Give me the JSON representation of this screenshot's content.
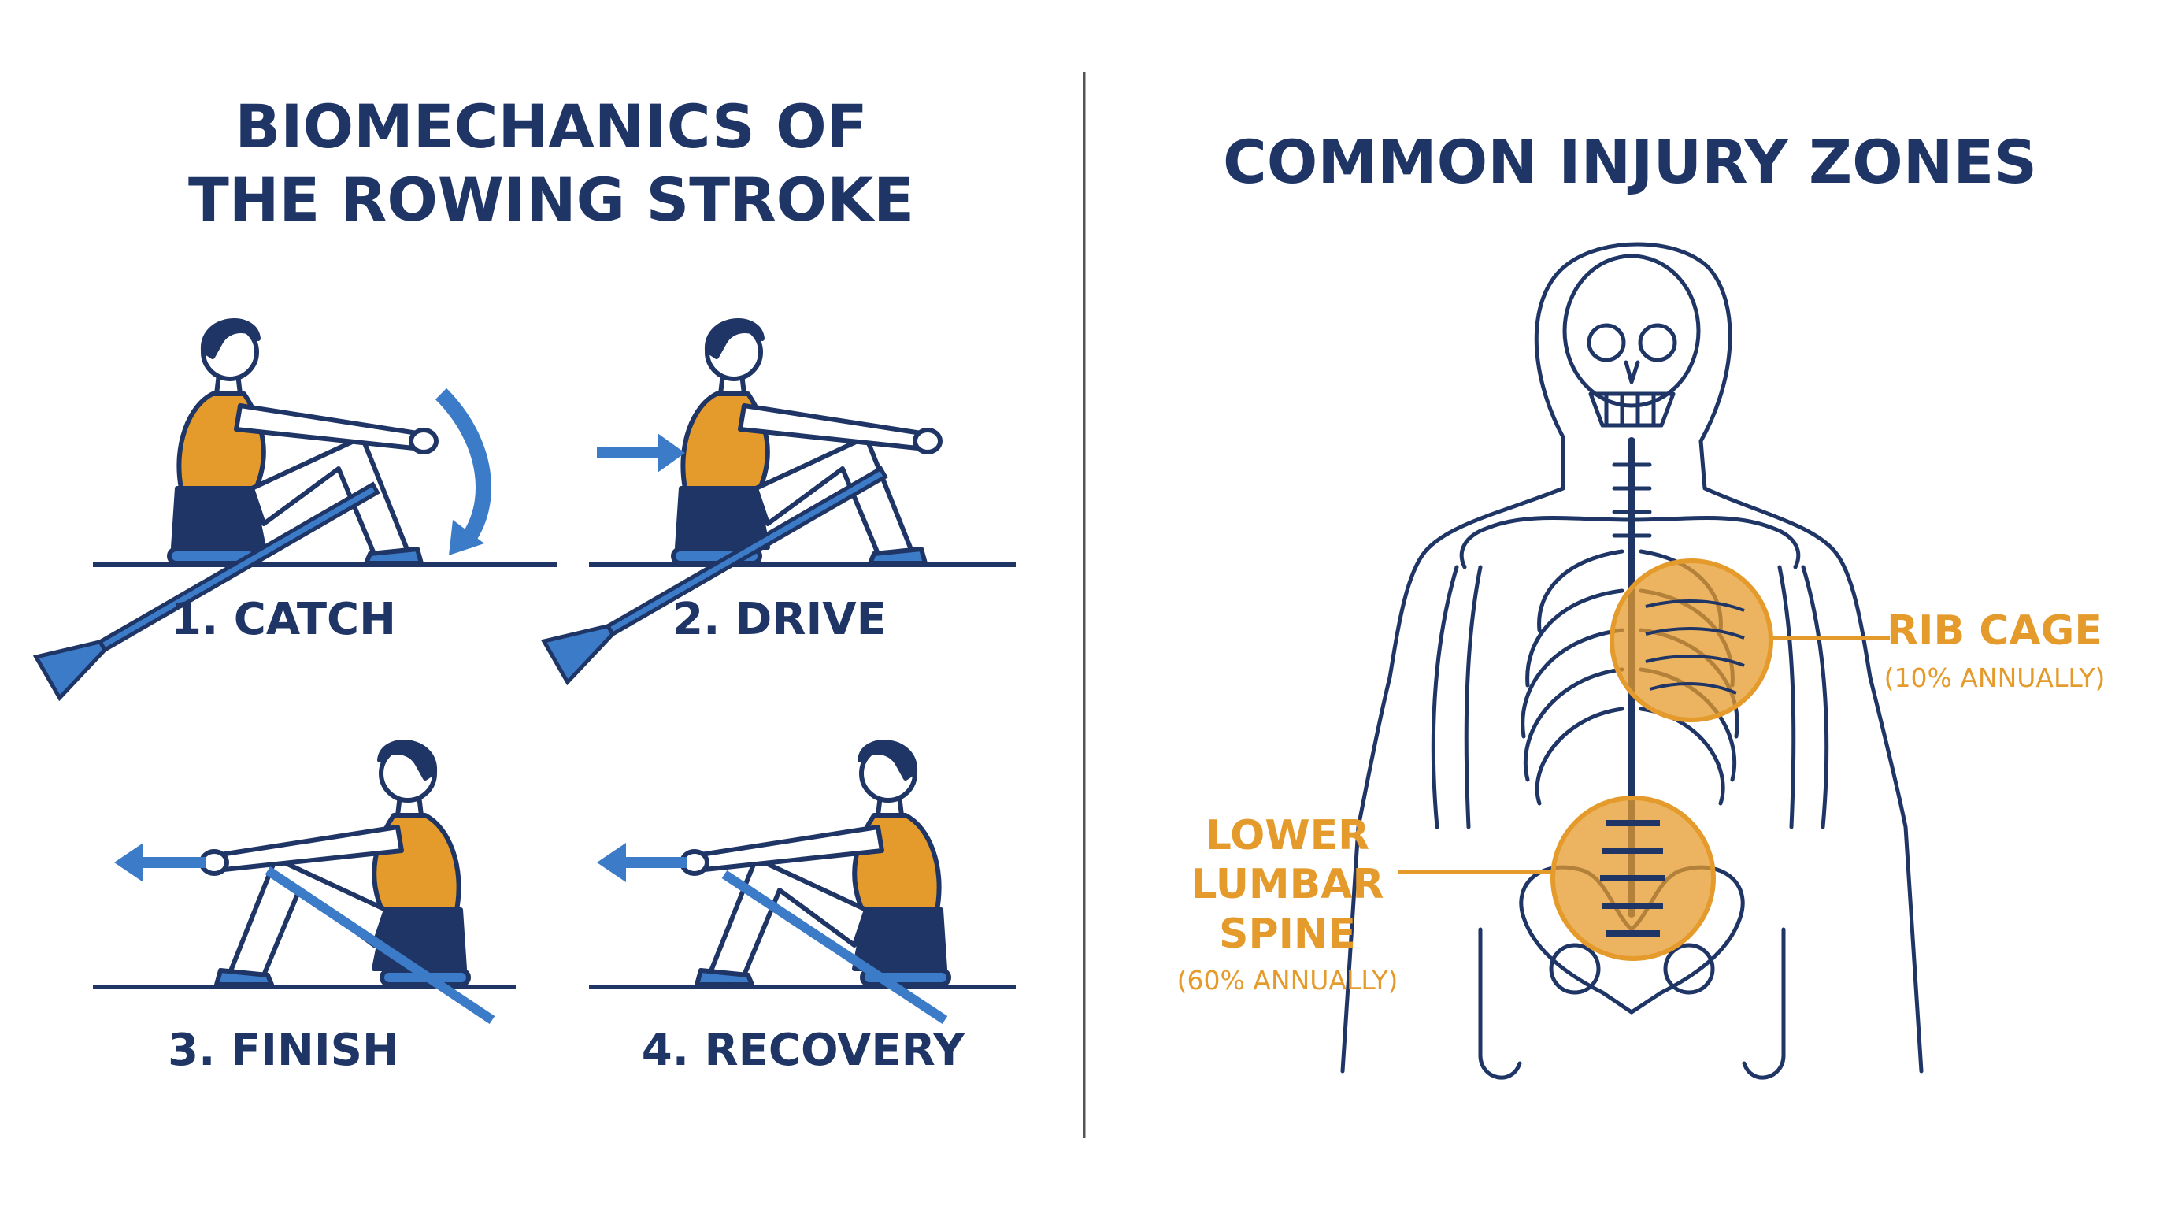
{
  "left_title": [
    "BIOMECHANICS OF",
    "THE ROWING STROKE"
  ],
  "right_title": "COMMON INJURY ZONES",
  "steps": [
    {
      "label": "1. CATCH"
    },
    {
      "label": "2. DRIVE"
    },
    {
      "label": "3. FINISH"
    },
    {
      "label": "4. RECOVERY"
    }
  ],
  "zones": [
    {
      "name": "RIB CAGE",
      "note": "(10% ANNUALLY)",
      "rate_percent": 10
    },
    {
      "name_lines": [
        "LOWER",
        "LUMBAR",
        "SPINE"
      ],
      "note": "(60% ANNUALLY)",
      "rate_percent": 60
    }
  ],
  "colors": {
    "navy": "#1e3566",
    "accent_blue": "#3b7bc8",
    "highlight_orange": "#e59b2c"
  },
  "icons": [
    "rower-figure",
    "oar-icon",
    "arrow-icon",
    "skeleton-figure"
  ]
}
